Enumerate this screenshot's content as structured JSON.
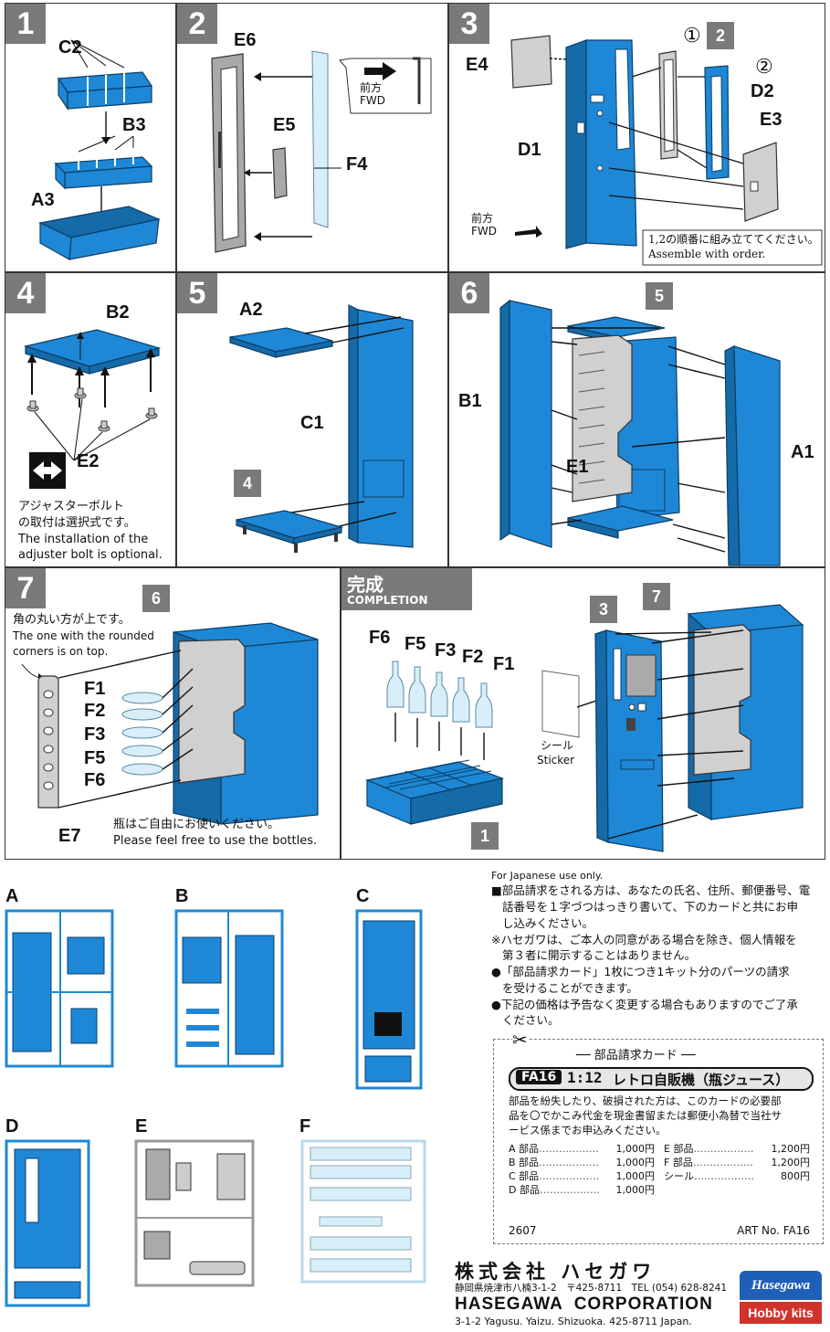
{
  "steps": {
    "s1": {
      "num": "1",
      "labels": {
        "c2": "C2",
        "b3": "B3",
        "a3": "A3"
      }
    },
    "s2": {
      "num": "2",
      "labels": {
        "e6": "E6",
        "e5": "E5",
        "f4": "F4"
      },
      "fwd_jp": "前方",
      "fwd_en": "FWD"
    },
    "s3": {
      "num": "3",
      "labels": {
        "e4": "E4",
        "d1": "D1",
        "d2": "D2",
        "e3": "E3"
      },
      "mark1": "①",
      "mark2": "②",
      "badge2": "2",
      "fwd_jp": "前方",
      "fwd_en": "FWD",
      "note_jp": "1,2の順番に組み立ててください。",
      "note_en": "Assemble with order."
    },
    "s4": {
      "num": "4",
      "labels": {
        "b2": "B2",
        "e2": "E2"
      },
      "note_jp1": "アジャスターボルト",
      "note_jp2": "の取付は選択式です。",
      "note_en1": "The installation of the",
      "note_en2": "adjuster bolt is optional."
    },
    "s5": {
      "num": "5",
      "labels": {
        "a2": "A2",
        "c1": "C1"
      },
      "badge4": "4"
    },
    "s6": {
      "num": "6",
      "labels": {
        "b1": "B1",
        "e1": "E1",
        "a1": "A1"
      },
      "badge5": "5"
    },
    "s7": {
      "num": "7",
      "labels": {
        "e7": "E7",
        "f1": "F1",
        "f2": "F2",
        "f3": "F3",
        "f5": "F5",
        "f6": "F6"
      },
      "badge6": "6",
      "note_jp": "角の丸い方が上です。",
      "note_en1": "The one with the rounded",
      "note_en2": "corners is on top.",
      "bottles_jp": "瓶はご自由にお使いください。",
      "bottles_en": "Please feel free to use the bottles."
    },
    "done": {
      "title_jp": "完成",
      "title_en": "COMPLETION",
      "bottle_labels": [
        "F6",
        "F5",
        "F3",
        "F2",
        "F1"
      ],
      "badge1": "1",
      "badge3": "3",
      "badge7": "7",
      "sticker_jp": "シール",
      "sticker_en": "Sticker"
    }
  },
  "sprues": {
    "a": "A",
    "b": "B",
    "c": "C",
    "d": "D",
    "e": "E",
    "f": "F"
  },
  "parts_info": {
    "jp_only": "For Japanese use only.",
    "lines": [
      "■部品請求をされる方は、あなたの氏名、住所、郵便番号、電",
      "話番号を１字づつはっきり書いて、下のカードと共にお申",
      "し込みください。",
      "※ハセガワは、ご本人の同意がある場合を除き、個人情報を",
      "第３者に開示することはありません。",
      "●「部品請求カード」1枚につき1キット分のパーツの請求",
      "を受けることができます。",
      "●下記の価格は予告なく変更する場合もありますのでご了承",
      "ください。"
    ],
    "card_title": "部品請求カード",
    "code": "FA16",
    "scale": "1:12",
    "product": "レトロ自販機（瓶ジュース）",
    "card_desc1": "部品を紛失したり、破損された方は、このカードの必要部",
    "card_desc2": "品を〇でかこみ代金を現金書留または郵便小為替で当社サ",
    "card_desc3": "ービス係までお申込みください。",
    "prices_left": [
      {
        "part": "A 部品",
        "price": "1,000円"
      },
      {
        "part": "B 部品",
        "price": "1,000円"
      },
      {
        "part": "C 部品",
        "price": "1,000円"
      },
      {
        "part": "D 部品",
        "price": "1,000円"
      }
    ],
    "prices_right": [
      {
        "part": "E 部品",
        "price": "1,200円"
      },
      {
        "part": "F 部品",
        "price": "1,200円"
      },
      {
        "part": "シール",
        "price": "800円"
      }
    ],
    "card_no": "2607",
    "art_no": "ART No. FA16"
  },
  "company": {
    "name_jp": "株式会社 ハセガワ",
    "addr_jp": "静岡県焼津市八楠3-1-2　〒425-8711　TEL (054) 628-8241",
    "name_en": "HASEGAWA  CORPORATION",
    "addr_en": "3-1-2 Yagusu. Yaizu. Shizuoka. 425-8711 Japan.",
    "logo_top": "Hasegawa",
    "logo_bottom": "Hobby kits"
  }
}
